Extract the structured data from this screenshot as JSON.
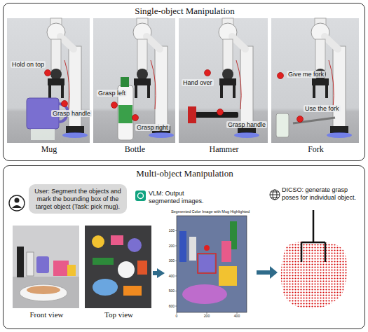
{
  "diagram": {
    "nodes": [
      {
        "text": [
          "Single-object Manipulation"
        ]
      },
      {
        "text": [
          "Hold on top",
          "Grasp handle",
          "Mug"
        ],
        "in": 0
      },
      {
        "text": [
          "Grasp left",
          "Grasp right",
          "Bottle"
        ],
        "in": 0
      },
      {
        "text": [
          "Hand over",
          "Grasp handle",
          "Hammer"
        ],
        "in": 0
      },
      {
        "text": [
          "Give me fork",
          "Use the fork",
          "Fork"
        ],
        "in": 0
      },
      {
        "text": [
          "Multi-object Manipulation"
        ]
      },
      {
        "text": [
          "User: Segment the objects and mark the bounding box of the target object (Task: pick mug)."
        ],
        "in": 5
      },
      {
        "text": [
          "Front view"
        ],
        "in": 5
      },
      {
        "text": [
          "Top view"
        ],
        "in": 5
      },
      {
        "text": [
          "Segmented Color Image with Mug Highlighted"
        ],
        "in": 5
      }
    ],
    "edges": [
      {
        "from": 8,
        "to": 9,
        "arrow": "to"
      }
    ],
    "labels": [
      "VLM: Output segmented images.",
      "DICSO: generate grasp poses for individual object.",
      "100",
      "200",
      "300",
      "400",
      "500",
      "600",
      "0",
      "200",
      "400"
    ]
  }
}
